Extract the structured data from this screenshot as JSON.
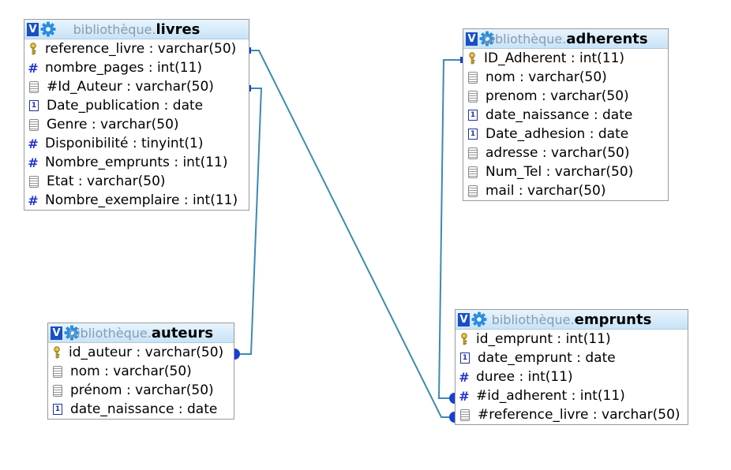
{
  "colors": {
    "link": "#3d8ab0",
    "link_end": "#1a3fd0",
    "header_top": "#e8f4fd",
    "header_bottom": "#c7e3f7"
  },
  "tables": {
    "livres": {
      "db": "bibliothèque.",
      "name": "livres",
      "fields": [
        {
          "text": "reference_livre : varchar(50)",
          "icon": "key-icon"
        },
        {
          "text": "nombre_pages : int(11)",
          "icon": "numeric-icon"
        },
        {
          "text": "#Id_Auteur : varchar(50)",
          "icon": "text-icon"
        },
        {
          "text": "Date_publication : date",
          "icon": "date-icon"
        },
        {
          "text": "Genre : varchar(50)",
          "icon": "text-icon"
        },
        {
          "text": "Disponibilité : tinyint(1)",
          "icon": "numeric-icon"
        },
        {
          "text": "Nombre_emprunts : int(11)",
          "icon": "numeric-icon"
        },
        {
          "text": "Etat : varchar(50)",
          "icon": "text-icon"
        },
        {
          "text": "Nombre_exemplaire : int(11)",
          "icon": "numeric-icon"
        }
      ]
    },
    "adherents": {
      "db": "bibliothèque.",
      "name": "adherents",
      "fields": [
        {
          "text": "ID_Adherent : int(11)",
          "icon": "key-icon"
        },
        {
          "text": "nom : varchar(50)",
          "icon": "text-icon"
        },
        {
          "text": "prenom : varchar(50)",
          "icon": "text-icon"
        },
        {
          "text": "date_naissance : date",
          "icon": "date-icon"
        },
        {
          "text": "Date_adhesion : date",
          "icon": "date-icon"
        },
        {
          "text": "adresse : varchar(50)",
          "icon": "text-icon"
        },
        {
          "text": "Num_Tel : varchar(50)",
          "icon": "text-icon"
        },
        {
          "text": "mail : varchar(50)",
          "icon": "text-icon"
        }
      ]
    },
    "auteurs": {
      "db": "bibliothèque.",
      "name": "auteurs",
      "fields": [
        {
          "text": "id_auteur : varchar(50)",
          "icon": "key-icon"
        },
        {
          "text": "nom : varchar(50)",
          "icon": "text-icon"
        },
        {
          "text": "prénom : varchar(50)",
          "icon": "text-icon"
        },
        {
          "text": "date_naissance : date",
          "icon": "date-icon"
        }
      ]
    },
    "emprunts": {
      "db": "bibliothèque.",
      "name": "emprunts",
      "fields": [
        {
          "text": "id_emprunt : int(11)",
          "icon": "key-icon"
        },
        {
          "text": "date_emprunt : date",
          "icon": "date-icon"
        },
        {
          "text": "duree : int(11)",
          "icon": "numeric-icon"
        },
        {
          "text": "#id_adherent : int(11)",
          "icon": "numeric-icon"
        },
        {
          "text": "#reference_livre : varchar(50)",
          "icon": "text-icon"
        }
      ]
    }
  }
}
